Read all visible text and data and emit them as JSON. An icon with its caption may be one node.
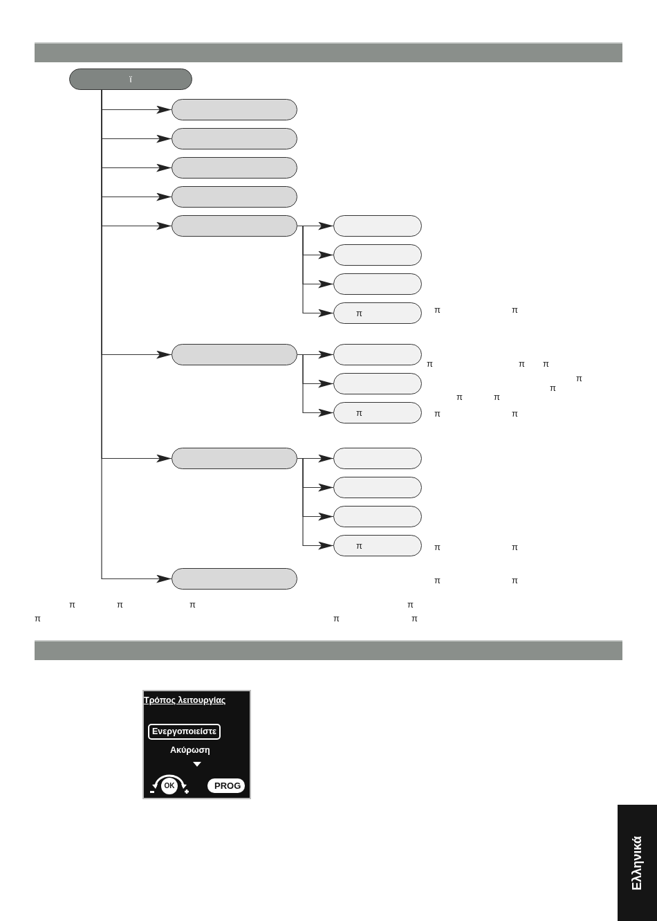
{
  "diagram": {
    "nodes": [
      {
        "text": [
          "ϊ"
        ]
      },
      {
        "text": [],
        "shape": "box"
      },
      {
        "text": [],
        "shape": "box"
      },
      {
        "text": [],
        "shape": "box"
      },
      {
        "text": [],
        "shape": "box"
      },
      {
        "text": [],
        "shape": "box"
      },
      {
        "text": [],
        "shape": "box"
      },
      {
        "text": [],
        "shape": "box"
      },
      {
        "text": [],
        "shape": "box"
      },
      {
        "text": [
          "π"
        ]
      },
      {
        "text": [],
        "shape": "box"
      },
      {
        "text": [],
        "shape": "box"
      },
      {
        "text": [],
        "shape": "box"
      },
      {
        "text": [
          "π"
        ]
      },
      {
        "text": [],
        "shape": "box"
      },
      {
        "text": [],
        "shape": "box"
      },
      {
        "text": [],
        "shape": "box"
      },
      {
        "text": [],
        "shape": "box"
      },
      {
        "text": [
          "π"
        ]
      },
      {
        "text": [],
        "shape": "box"
      }
    ],
    "edges": [
      {
        "from": 0,
        "to": 1,
        "arrow": "to"
      },
      {
        "from": 0,
        "to": 2,
        "arrow": "to"
      },
      {
        "from": 0,
        "to": 3,
        "arrow": "to"
      },
      {
        "from": 0,
        "to": 4,
        "arrow": "to"
      },
      {
        "from": 0,
        "to": 5,
        "arrow": "to"
      },
      {
        "from": 0,
        "to": 10,
        "arrow": "to"
      },
      {
        "from": 0,
        "to": 14,
        "arrow": "to"
      },
      {
        "from": 0,
        "to": 19,
        "arrow": "to"
      },
      {
        "from": 5,
        "to": 6,
        "arrow": "to"
      },
      {
        "from": 5,
        "to": 7,
        "arrow": "to"
      },
      {
        "from": 5,
        "to": 8,
        "arrow": "to"
      },
      {
        "from": 5,
        "to": 9,
        "arrow": "to"
      },
      {
        "from": 10,
        "to": 11,
        "arrow": "to"
      },
      {
        "from": 10,
        "to": 12,
        "arrow": "to"
      },
      {
        "from": 10,
        "to": 13,
        "arrow": "to"
      },
      {
        "from": 14,
        "to": 15,
        "arrow": "to"
      },
      {
        "from": 14,
        "to": 16,
        "arrow": "to"
      },
      {
        "from": 14,
        "to": 17,
        "arrow": "to"
      },
      {
        "from": 14,
        "to": 18,
        "arrow": "to"
      }
    ],
    "labels": [
      "π",
      "π",
      "π",
      "π",
      "π",
      "π",
      "π",
      "π",
      "π",
      "π",
      "π",
      "π",
      "π",
      "π",
      "π",
      "π",
      "π",
      "π",
      "π",
      "π",
      "π",
      "π",
      "Τρόπος λειτουργίας",
      "Ενεργοποιείστε",
      "Ακύρωση",
      "OK",
      "PROG",
      "Ελληνικά"
    ]
  }
}
